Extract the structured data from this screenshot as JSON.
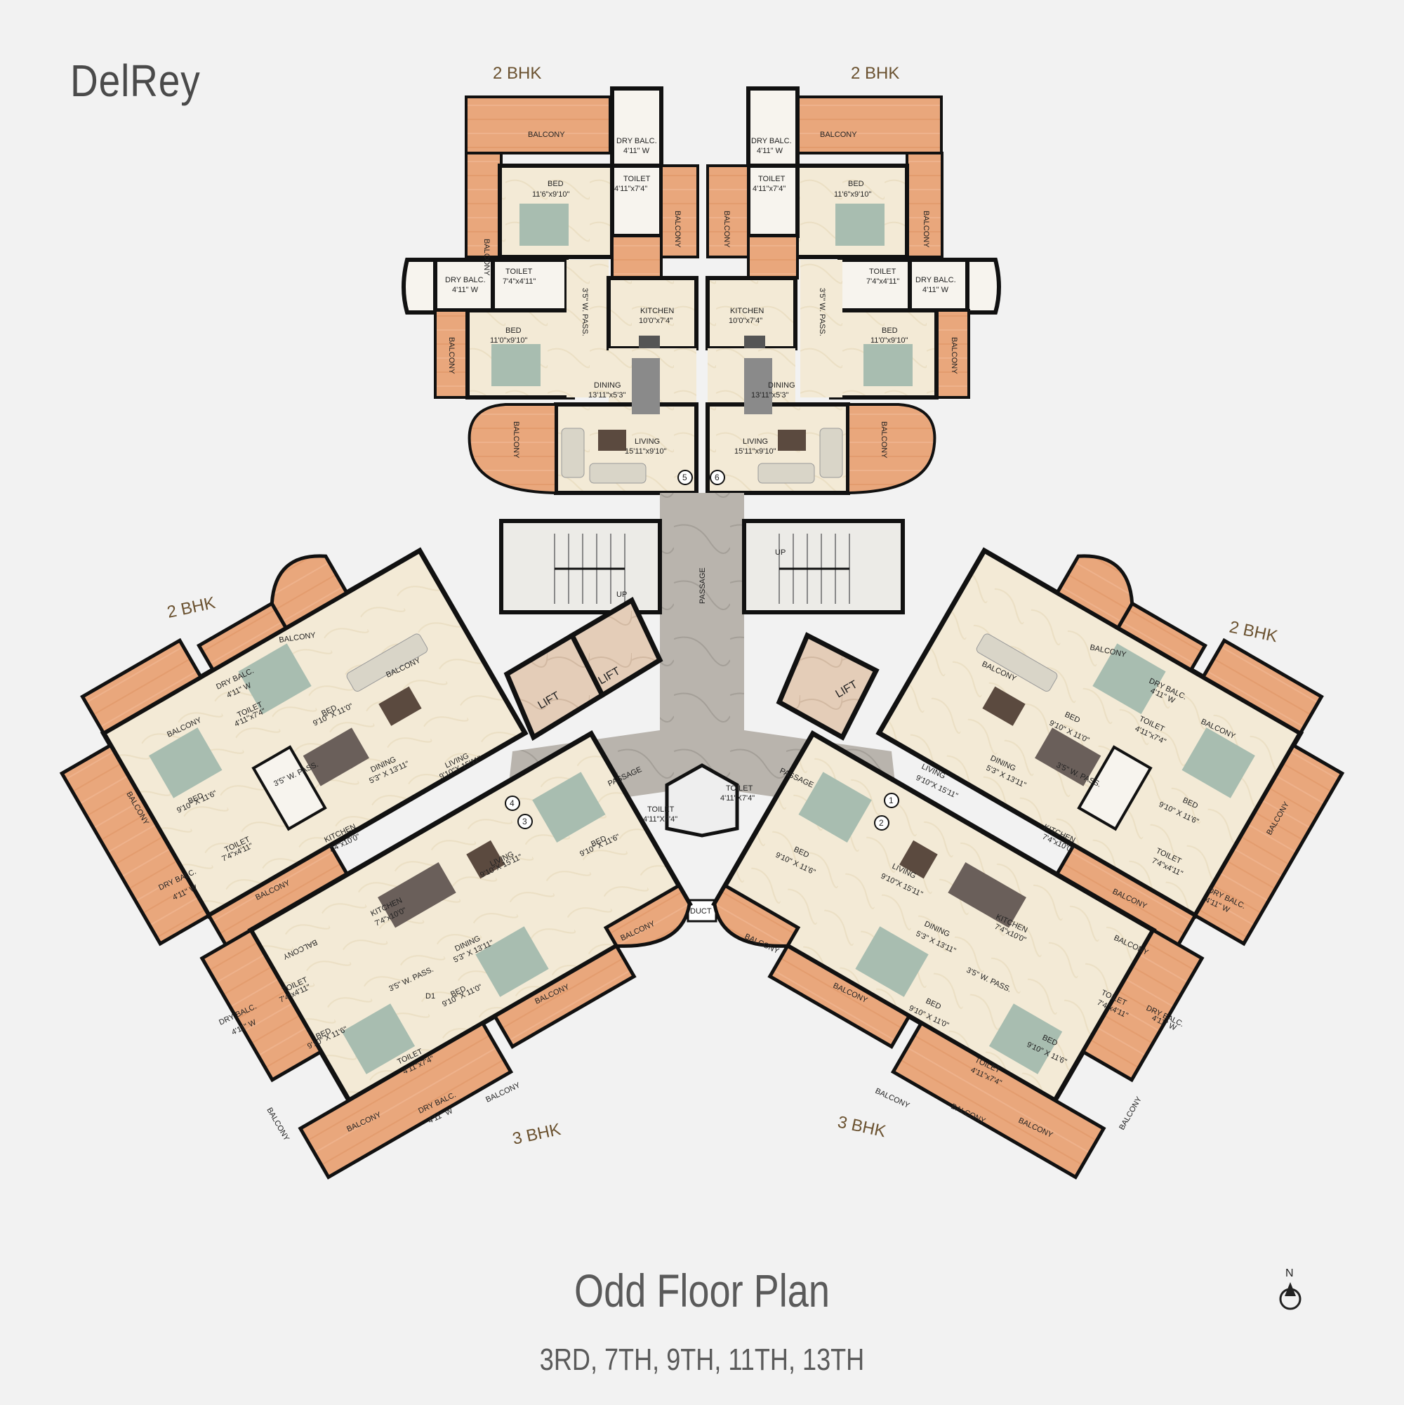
{
  "brand": "DelRey",
  "title": "Odd Floor Plan",
  "floors": "3RD, 7TH, 9TH, 11TH, 13TH",
  "compass_label": "N",
  "colors": {
    "wood": "#e9a77c",
    "marble": "#f3ead6",
    "wall": "#111111",
    "stone": "#b7b3ad",
    "sofa": "#d9d5c8",
    "bed": "#a8bdb0"
  },
  "units": {
    "top_left": "2 BHK",
    "top_right": "2 BHK",
    "mid_left": "2 BHK",
    "mid_right": "2 BHK",
    "bot_left": "3 BHK",
    "bot_right": "3 BHK"
  },
  "rooms": {
    "balcony": "BALCONY",
    "dry_balc": "DRY BALC.",
    "dry_balc_size": "4'11\" W",
    "toilet": "TOILET",
    "toilet_a": "4'11\"x7'4\"",
    "toilet_b": "7'4\"x4'11\"",
    "toilet_c": "4'11\"X7'4\"",
    "bed": "BED",
    "bed_a": "11'6\"x9'10\"",
    "bed_b": "11'0\"x9'10\"",
    "bed_c": "9'10\" X 11'0\"",
    "bed_d": "9'10\" X 11'6\"",
    "kitchen": "KITCHEN",
    "kitchen_a": "10'0\"x7'4\"",
    "kitchen_b": "7'4\"x10'0\"",
    "dining": "DINING",
    "dining_a": "13'11\"x5'3\"",
    "dining_b": "5'3\" X 13'11\"",
    "living": "LIVING",
    "living_a": "15'11\"x9'10\"",
    "living_b": "9'10\"X 15'11\"",
    "wpass": "3'5\" W. PASS.",
    "lift": "LIFT",
    "passage": "PASSAGE",
    "up": "UP",
    "duct": "DUCT",
    "d1": "D1",
    "balcony_flipped": "BALCONY"
  },
  "flat_numbers": [
    "1",
    "2",
    "3",
    "4",
    "5",
    "6"
  ]
}
